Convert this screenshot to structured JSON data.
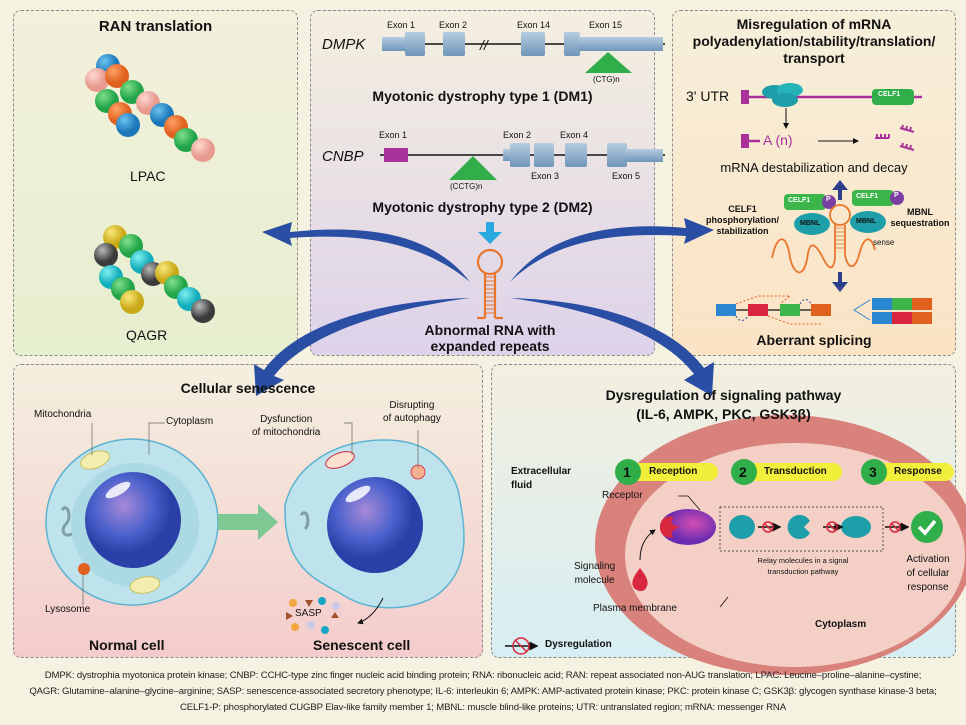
{
  "panels": {
    "ran": {
      "title": "RAN translation",
      "peptide1": "LPAC",
      "peptide2": "QAGR"
    },
    "dm": {
      "dm1": {
        "gene": "DMPK",
        "exons": [
          "Exon 1",
          "Exon 2",
          "Exon 14",
          "Exon 15"
        ],
        "repeat": "(CTG)n",
        "title": "Myotonic dystrophy type 1 (DM1)"
      },
      "dm2": {
        "gene": "CNBP",
        "exons": [
          "Exon 1",
          "Exon 2",
          "Exon 3",
          "Exon 4",
          "Exon 5"
        ],
        "repeat": "(CCTG)n",
        "title": "Myotonic dystrophy type 2 (DM2)"
      },
      "rna_label_line1": "Abnormal RNA with",
      "rna_label_line2": "expanded repeats"
    },
    "mrna": {
      "title_line1": "Misregulation of mRNA",
      "title_line2": "polyadenylation/stability/translation/",
      "title_line3": "transport",
      "utr_label": "3' UTR",
      "mbnl": "MBNL",
      "celf1": "CELF1",
      "polya": "A (n)",
      "decay": "mRNA destabilization and decay",
      "celf1_label_line1": "CELF1",
      "celf1_label_line2": "phosphorylation/",
      "celf1_label_line3": "stabilization",
      "mbnl_label_line1": "MBNL",
      "mbnl_label_line2": "sequestration",
      "phospho": "P",
      "sense": "sense",
      "splicing": "Aberrant splicing"
    },
    "senescence": {
      "title": "Cellular senescence",
      "mitochondria": "Mitochondria",
      "cytoplasm": "Cytoplasm",
      "lysosome": "Lysosome",
      "dysfunction_line1": "Dysfunction",
      "dysfunction_line2": "of mitochondria",
      "autophagy_line1": "Disrupting",
      "autophagy_line2": "of autophagy",
      "sasp": "SASP",
      "normal": "Normal cell",
      "senescent": "Senescent cell"
    },
    "signaling": {
      "title_line1": "Dysregulation of signaling pathway",
      "title_line2": "(IL-6, AMPK, PKC, GSK3β)",
      "extracellular_line1": "Extracellular",
      "extracellular_line2": "fluid",
      "steps": [
        {
          "num": "1",
          "label": "Reception"
        },
        {
          "num": "2",
          "label": "Transduction"
        },
        {
          "num": "3",
          "label": "Response"
        }
      ],
      "receptor": "Receptor",
      "signaling_line1": "Signaling",
      "signaling_line2": "molecule",
      "relay_line1": "Relay molecules in a signal",
      "relay_line2": "transduction pathway",
      "activation_line1": "Activation",
      "activation_line2": "of cellular",
      "activation_line3": "response",
      "plasma": "Plasma membrane",
      "cytoplasm": "Cytoplasm",
      "legend": "Dysregulation"
    }
  },
  "footer": {
    "line1": "DMPK: dystrophia myotonica protein kinase; CNBP: CCHC-type zinc finger nucleic acid binding protein; RNA: ribonucleic acid; RAN: repeat associated non-AUG translation; LPAC: Leucine–proline–alanine–cystine;",
    "line2": "QAGR: Glutamine–alanine–glycine–arginine; SASP: senescence-associated secretory phenotype; IL-6: interleukin 6; AMPK: AMP-activated protein kinase; PKC: protein kinase C; GSK3β: glycogen synthase kinase-3 beta;",
    "line3": "CELF1-P: phosphorylated CUGBP Elav-like family member 1; MBNL: muscle blind-like proteins; UTR: untranslated region; mRNA: messenger RNA"
  },
  "colors": {
    "arrow_blue": "#2a4ea3",
    "repeat_green": "#2fae4a",
    "exon_blue": "#8eb0cc",
    "rna_orange": "#e8762d",
    "magenta": "#a8329a"
  }
}
